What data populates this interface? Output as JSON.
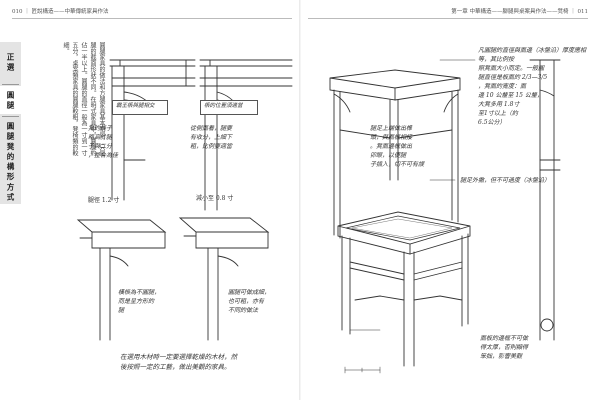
{
  "header": {
    "left": "010 ｜ 匠說構造——中華傳統家具作法",
    "right": "第一章 中華構造——腳腿與桌案具作法——凳椅 ｜ 011"
  },
  "sidetab": {
    "seg1": "正 選",
    "seg2": "圓 腿",
    "seg3": "圓 腿 凳 的 構 形 方 式"
  },
  "body_text": "圓腿家具的做法和方腿家具基本相同，只是腿的截面形狀不同。在明式家具中，圓腿約佔一半以上。圓腿的直徑一般為一寸到一寸五分，桌案類家具的圓腿較粗，凳椅類的較細。",
  "drawings": {
    "top_left": {
      "label1": "霸王棖與腿相交",
      "label2": "棖的位置須適當",
      "note_left": "凳的棖子\n略高於腿\n子與二分\n，整合為佳",
      "note_right": "從側面看，腿要\n有收分，上細下\n粗，比例要適當"
    },
    "top_right": {
      "callout": "凡圓腿的直徑與面邊（冰盤沿）厚度應相等，其比例按\n照凳面大小而定。一般圓\n腿直徑是板面的 2/3—3/5\n，凳面的寬度：面\n邊 10 公釐至 15 公釐，\n大凳多用 1.8寸\n至1寸以上（約\n6.5公分）",
      "note_mid": "腿足上端做出榫\n頭，與面框相接\n。凳面邊框做出\n卯眼，以便腿\n子插入，切不可有誤",
      "label_bottom": "腿足外撇，但不可過度（冰盤沿）"
    },
    "mid_left": {
      "label_a": "腿徑 1.2 寸",
      "label_b": "減小至 0.8 寸",
      "note_a": "橫棖為不圓腿，\n而是呈方形的\n腿",
      "note_b": "圓腿可做成細，\n也可粗，亦有\n不同的做法"
    },
    "bottom_right": {
      "note": "面板的邊框不可做\n得太厚，否則顯得\n笨拙，影響美觀"
    },
    "footnote": "在選用木材時一定要選擇乾燥的木材，然\n後按照一定的工藝，做出美觀的家具。"
  }
}
